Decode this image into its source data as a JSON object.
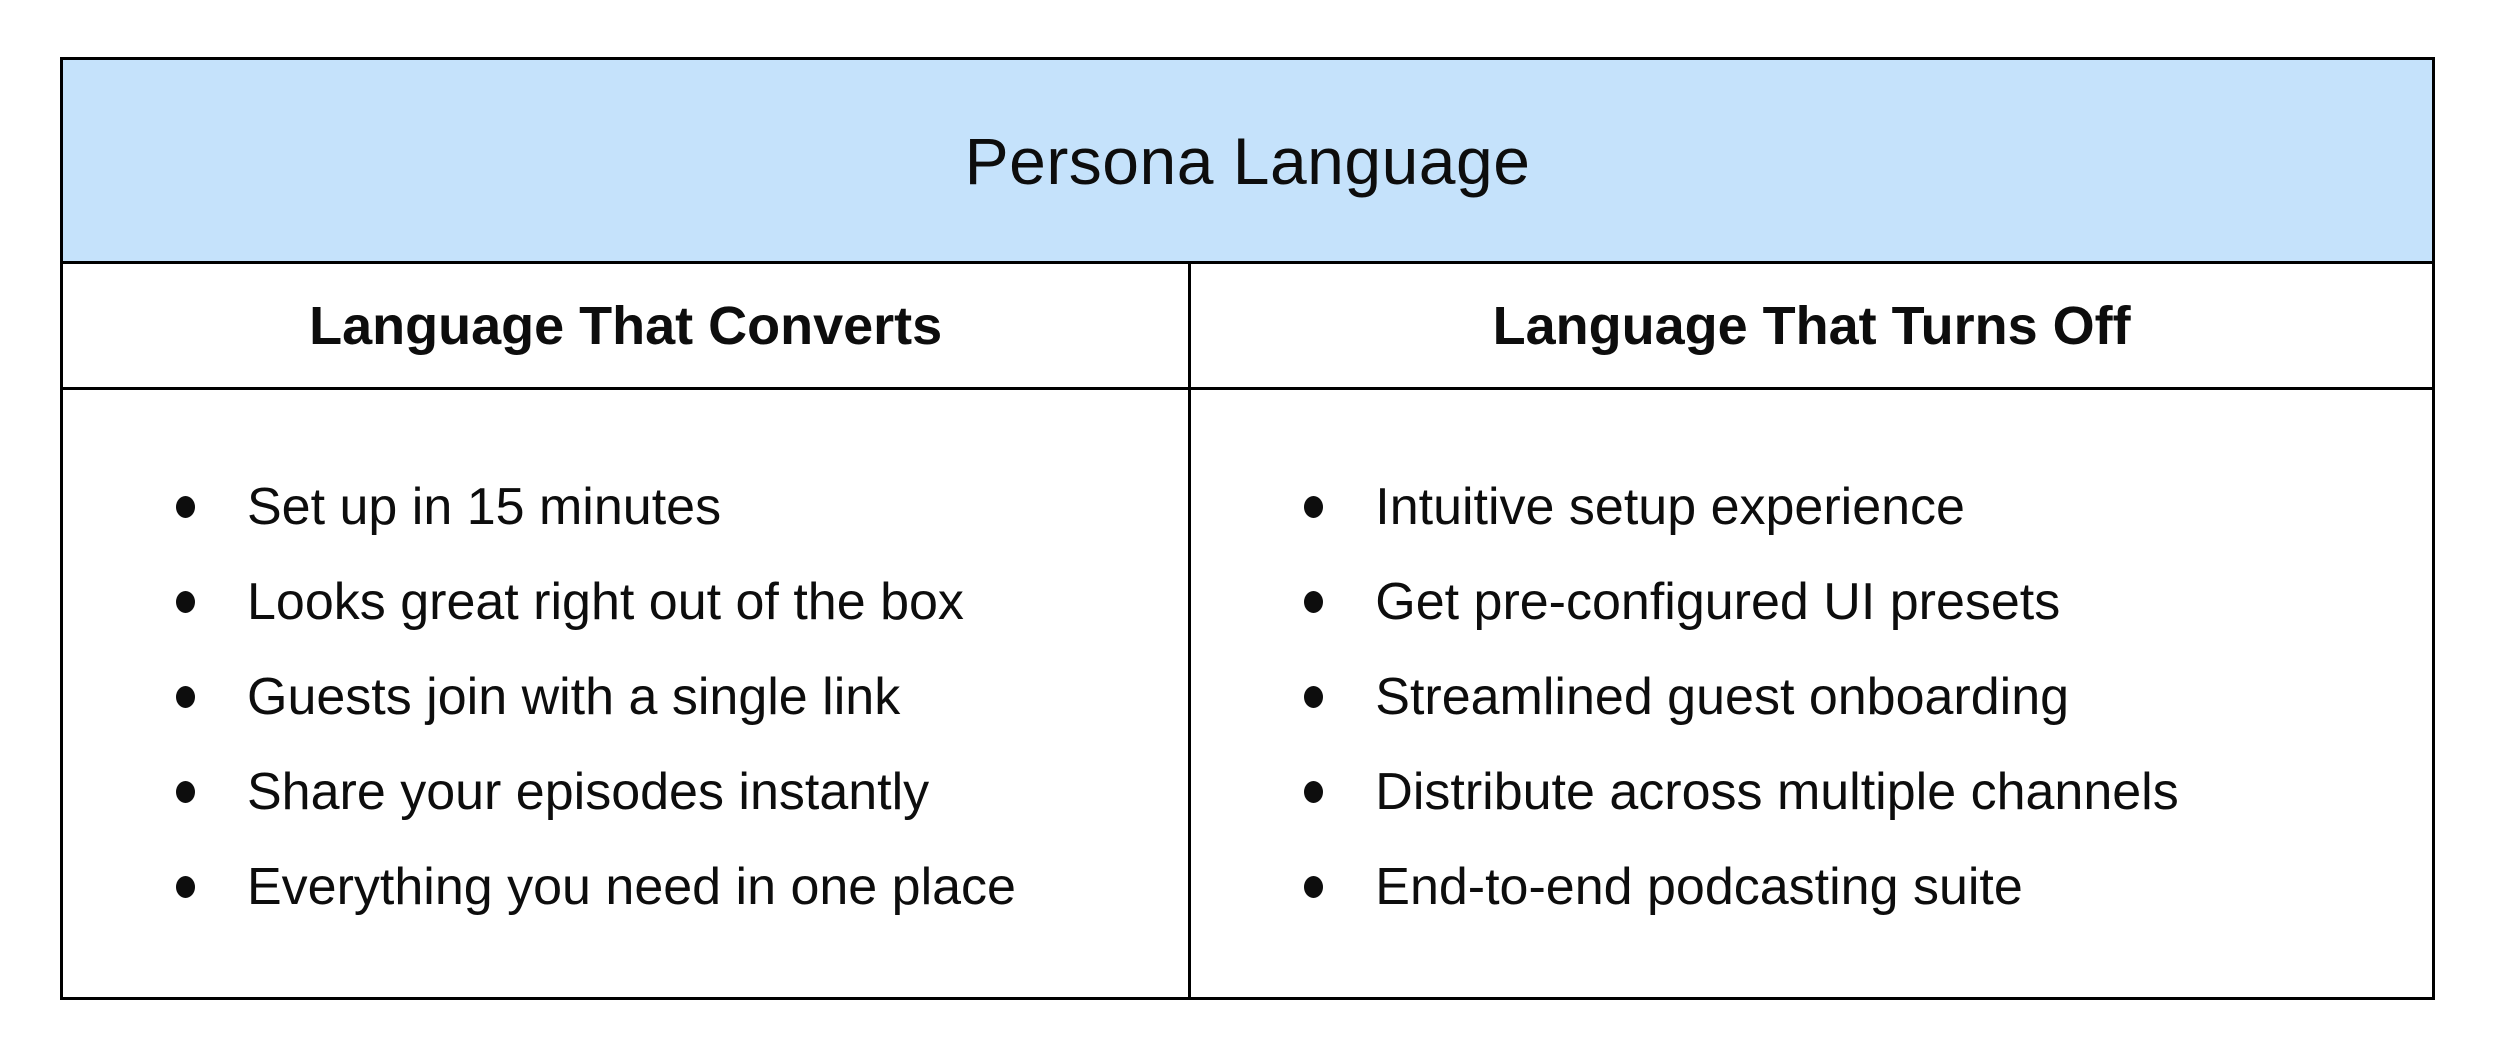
{
  "page": {
    "background": "#ffffff"
  },
  "table": {
    "title": "Persona Language",
    "style": {
      "header_bg": "#c5e2fb",
      "border_color": "#000000",
      "text_color": "#0d0d0d"
    },
    "columns": [
      {
        "header": "Language That Converts",
        "items": [
          "Set up in 15 minutes",
          "Looks great right out of the box",
          "Guests join with a single link",
          "Share your episodes instantly",
          "Everything you need in one place"
        ]
      },
      {
        "header": "Language That Turns Off",
        "items": [
          "Intuitive setup experience",
          "Get pre-configured UI presets",
          "Streamlined guest onboarding",
          "Distribute across multiple channels",
          "End-to-end podcasting suite"
        ]
      }
    ]
  }
}
